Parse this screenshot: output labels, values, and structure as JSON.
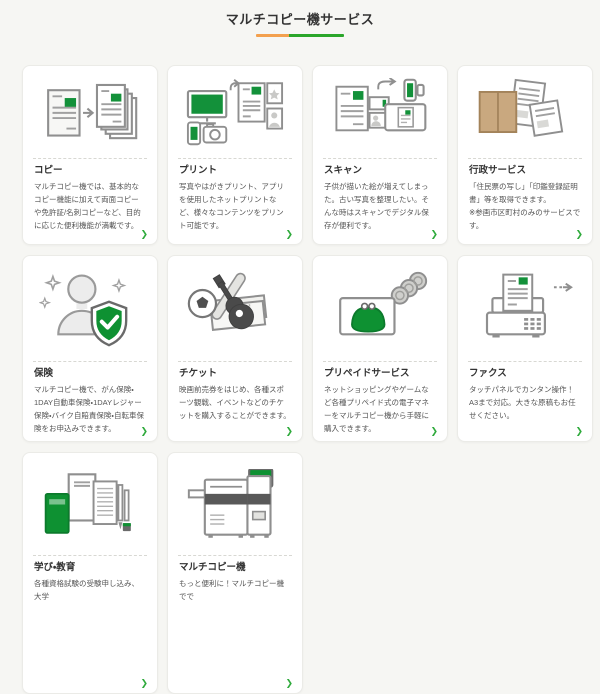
{
  "header": {
    "title": "マルチコピー機サービス"
  },
  "colors": {
    "accent_green": "#13913a",
    "underline_orange": "#f3a04e",
    "underline_green": "#2aa62a",
    "chevron_green": "#2faa3c",
    "envelope_tan": "#c9a87f"
  },
  "chevron": "❯",
  "cards": [
    {
      "title": "コピー",
      "icon": "copy-documents-icon",
      "description": "マルチコピー機では、基本的なコピー機能に加えて両面コピーや免許証/名刺コピーなど、目的に応じた便利機能が満載です。"
    },
    {
      "title": "プリント",
      "icon": "print-devices-icon",
      "description": "写真やはがきプリント、アプリを使用したネットプリントなど、様々なコンテンツをプリント可能です。"
    },
    {
      "title": "スキャン",
      "icon": "scan-devices-icon",
      "description": "子供が描いた絵が増えてしまった。古い写真を整理したい。そんな時はスキャンでデジタル保存が便利です。"
    },
    {
      "title": "行政サービス",
      "icon": "government-documents-icon",
      "description": "「住民票の写し」「印鑑登録証明書」等を取得できます。",
      "note": "※参画市区町村のみのサービスです。"
    },
    {
      "title": "保険",
      "icon": "insurance-shield-icon",
      "description": "マルチコピー機で、がん保険・1DAY自動車保険・1DAYレジャー保険・バイク自賠責保険・自転車保険をお申込みできます。"
    },
    {
      "title": "チケット",
      "icon": "ticket-entertainment-icon",
      "description": "映画前売券をはじめ、各種スポーツ観戦、イベントなどのチケットを購入することができます。"
    },
    {
      "title": "プリペイドサービス",
      "icon": "prepaid-purse-icon",
      "description": "ネットショッピングやゲームなど各種プリペイド式の電子マネーをマルチコピー機から手軽に購入できます。"
    },
    {
      "title": "ファクス",
      "icon": "fax-machine-icon",
      "description": "タッチパネルでカンタン操作！",
      "note": "A3まで対応。大きな原稿もお任せください。"
    },
    {
      "title": "学び・教育",
      "icon": "education-books-icon",
      "description": "各種資格試験の受験申し込み、大学"
    },
    {
      "title": "マルチコピー機",
      "icon": "multicopy-machine-icon",
      "description": "もっと便利に！マルチコピー機でで"
    }
  ]
}
